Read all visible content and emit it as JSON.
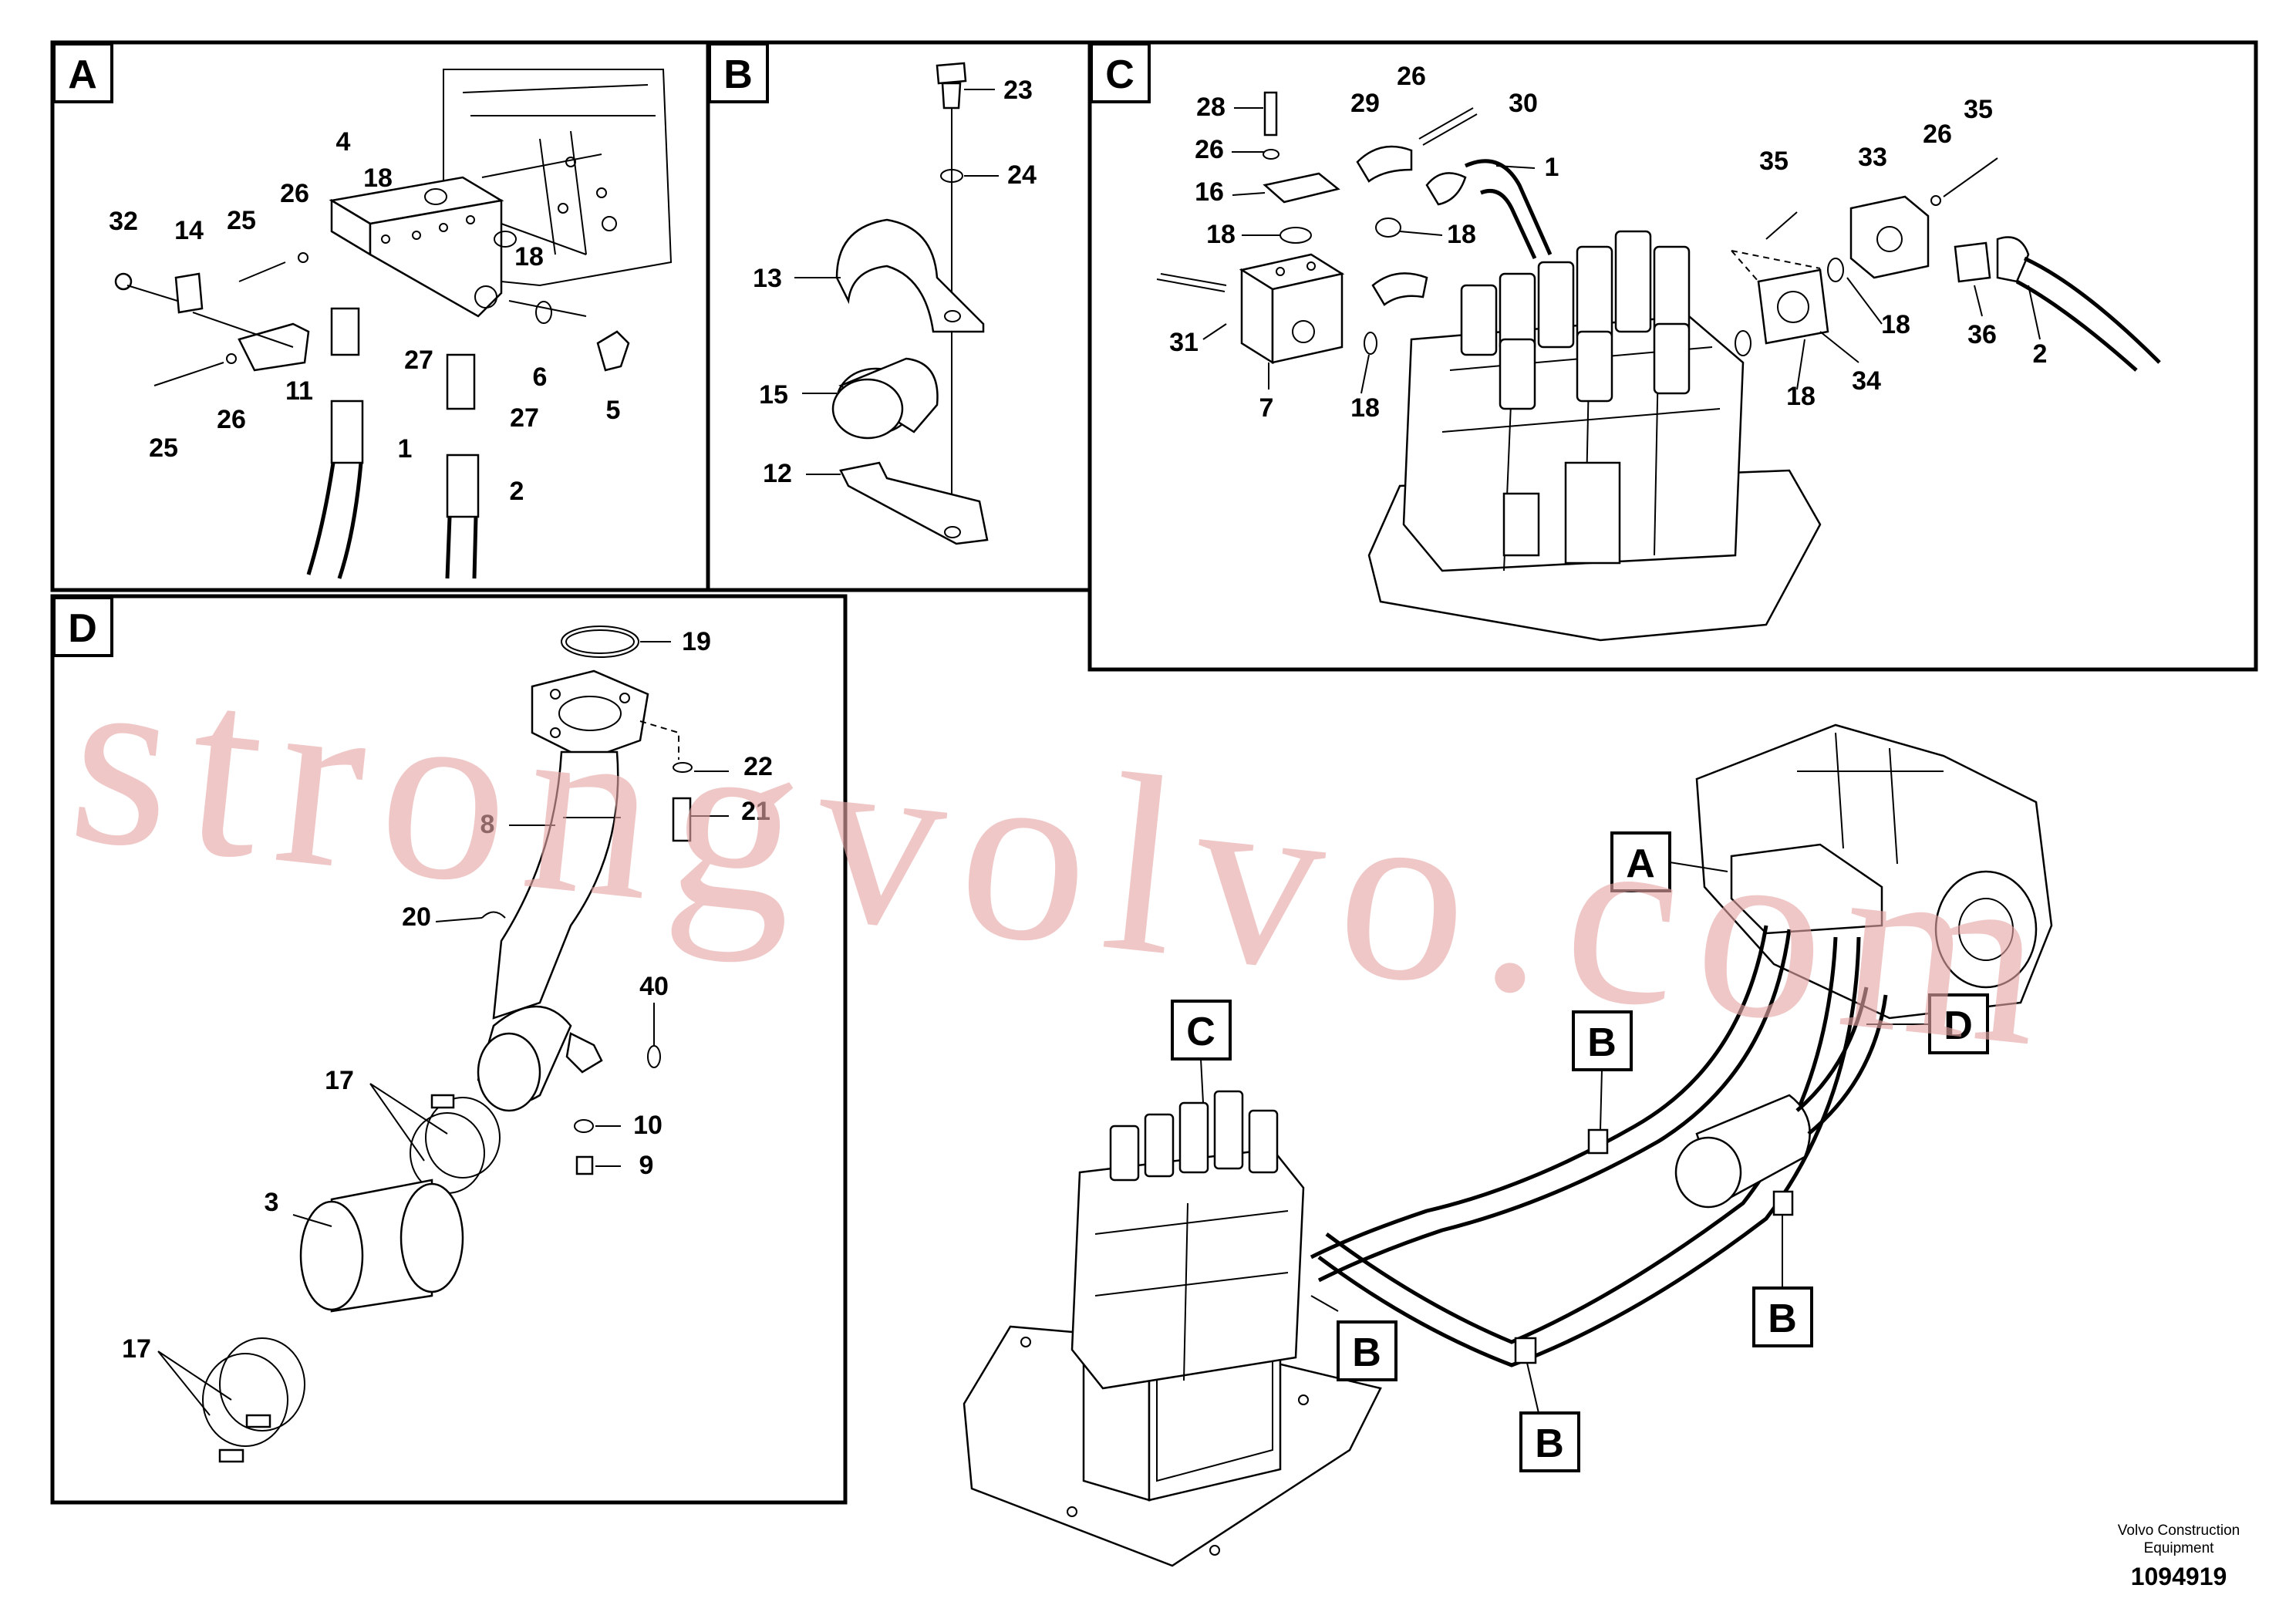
{
  "panels": {
    "A": {
      "caption": "A",
      "labels": [
        "4",
        "18",
        "32",
        "14",
        "25",
        "26",
        "18",
        "27",
        "6",
        "5",
        "11",
        "27",
        "25",
        "26",
        "1",
        "2"
      ]
    },
    "B": {
      "caption": "B",
      "labels": [
        "23",
        "24",
        "13",
        "15",
        "12"
      ]
    },
    "C": {
      "caption": "C",
      "labels": [
        "28",
        "29",
        "26",
        "30",
        "26",
        "1",
        "16",
        "18",
        "18",
        "31",
        "7",
        "18",
        "35",
        "33",
        "26",
        "35",
        "18",
        "36",
        "2",
        "34",
        "18"
      ]
    },
    "D": {
      "caption": "D",
      "labels": [
        "19",
        "22",
        "8",
        "21",
        "20",
        "40",
        "17",
        "10",
        "9",
        "3",
        "17"
      ]
    }
  },
  "overview": {
    "callouts": [
      "A",
      "C",
      "B",
      "D",
      "B",
      "B",
      "B"
    ]
  },
  "watermark": "strongvolvo.com",
  "footer": {
    "company_line1": "Volvo Construction",
    "company_line2": "Equipment",
    "drawing_number": "1094919"
  }
}
